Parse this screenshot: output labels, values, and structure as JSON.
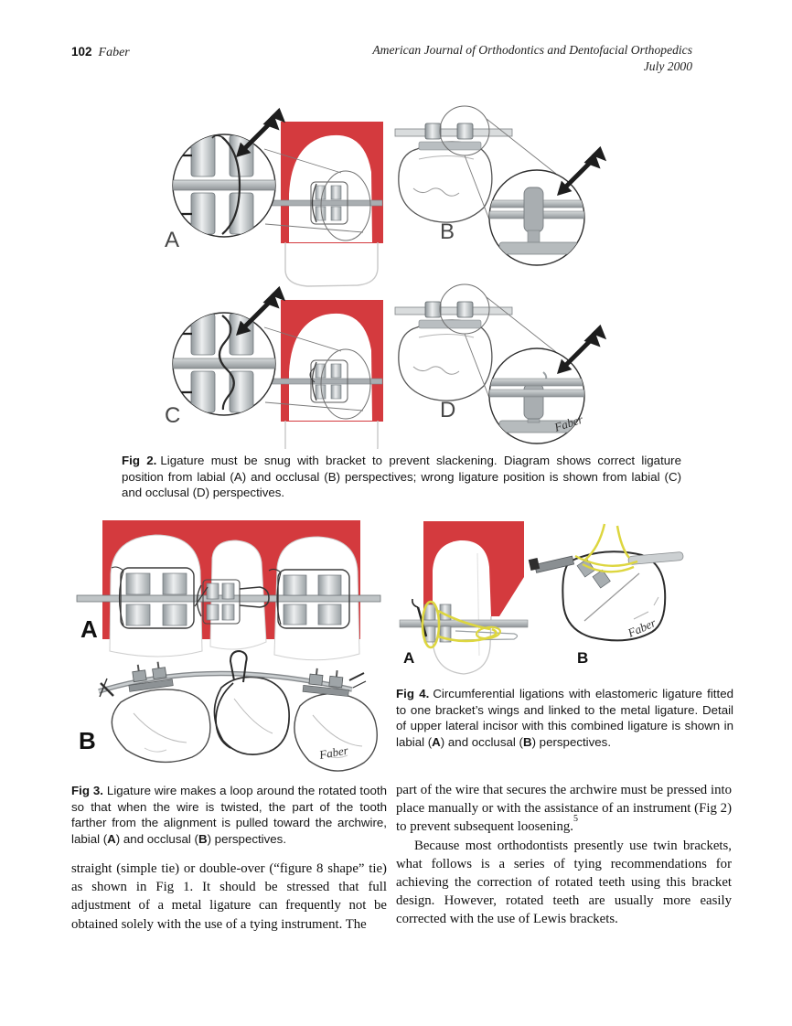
{
  "header": {
    "page_number": "102",
    "running_author": "Faber",
    "journal_title": "American Journal of Orthodontics and Dentofacial Orthopedics",
    "issue_date": "July 2000"
  },
  "figure2": {
    "labels": {
      "a": "A",
      "b": "B",
      "c": "C",
      "d": "D"
    },
    "caption_label": "Fig 2.",
    "caption_text": "Ligature must be snug with bracket to prevent slackening. Diagram shows correct ligature position from labial (A) and occlusal (B) perspectives; wrong ligature position is shown from labial (C) and occlusal (D) perspectives.",
    "signature": "Faber"
  },
  "figure3": {
    "labels": {
      "a": "A",
      "b": "B"
    },
    "caption_label": "Fig 3.",
    "caption_parts": [
      "Ligature wire makes a loop around the rotated tooth so that when the wire is twisted, the part of the tooth farther from the alignment is pulled toward the archwire, labial (",
      "A",
      ") and occlusal (",
      "B",
      ") perspectives."
    ],
    "signature": "Faber"
  },
  "figure4": {
    "labels": {
      "a": "A",
      "b": "B"
    },
    "caption_label": "Fig 4.",
    "caption_parts": [
      "Circumferential ligations with elastomeric ligature fitted to one bracket’s wings and linked to the metal ligature. Detail of upper lateral incisor with this combined ligature is shown in labial (",
      "A",
      ") and occlusal (",
      "B",
      ") perspectives."
    ],
    "signature": "Faber"
  },
  "body": {
    "left_paragraph": "straight (simple tie) or double-over (“figure 8 shape” tie) as shown in Fig 1. It should be stressed that full adjustment of a metal ligature can frequently not be obtained solely with the use of a tying instrument. The",
    "right_paragraph_1": "part of the wire that secures the archwire must be pressed into place manually or with the assistance of an instrument (Fig 2) to prevent subsequent loosening.",
    "right_paragraph_1_ref": "5",
    "right_paragraph_2": "Because most orthodontists presently use twin brackets, what follows is a series of tying recommendations for achieving the correction of rotated teeth using this bracket design. However, rotated teeth are usually more easily corrected with the use of Lewis brackets."
  },
  "colors": {
    "gum_red": "#d43a3e",
    "ligature_yellow": "#ddd63f",
    "wire_gray": "#aeb3b6",
    "ink": "#2e2e2e"
  }
}
